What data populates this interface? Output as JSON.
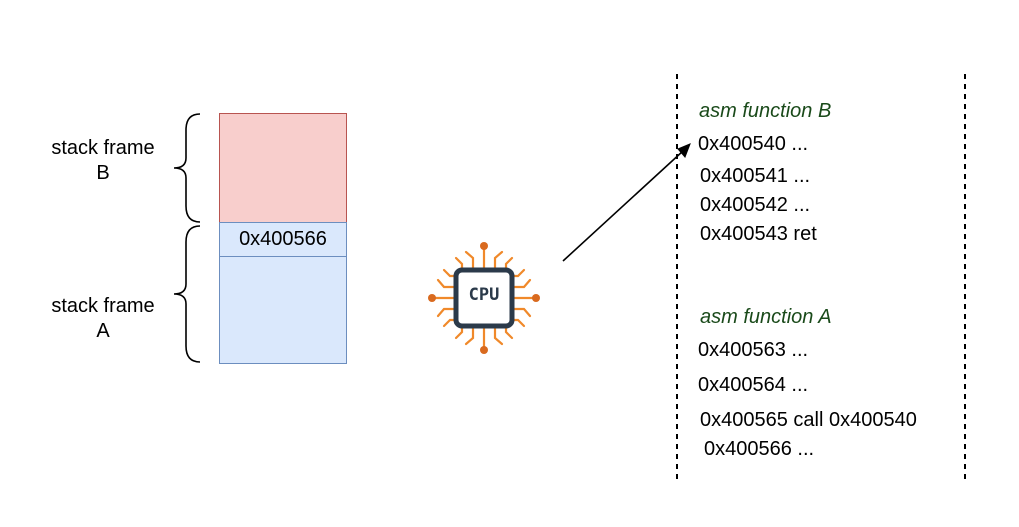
{
  "stack": {
    "frame_b_label_line1": "stack frame",
    "frame_b_label_line2": "B",
    "frame_a_label_line1": "stack frame",
    "frame_a_label_line2": "A",
    "return_address": "0x400566",
    "frame_b_color": "#f8cecc",
    "frame_b_border": "#b85450",
    "frame_a_color": "#dae8fc",
    "frame_a_border": "#6c8ebf"
  },
  "cpu": {
    "icon": "cpu-icon",
    "label": "CPU",
    "body_color": "#2b3a4a",
    "pin_color": "#f0892a"
  },
  "asm": {
    "function_b": {
      "title": "asm function B",
      "lines": [
        "0x400540 ...",
        "0x400541 ...",
        "0x400542 ...",
        "0x400543 ret"
      ]
    },
    "function_a": {
      "title": "asm function A",
      "lines": [
        "0x400563 ...",
        "0x400564 ...",
        "0x400565 call 0x400540",
        "0x400566 ..."
      ]
    }
  }
}
